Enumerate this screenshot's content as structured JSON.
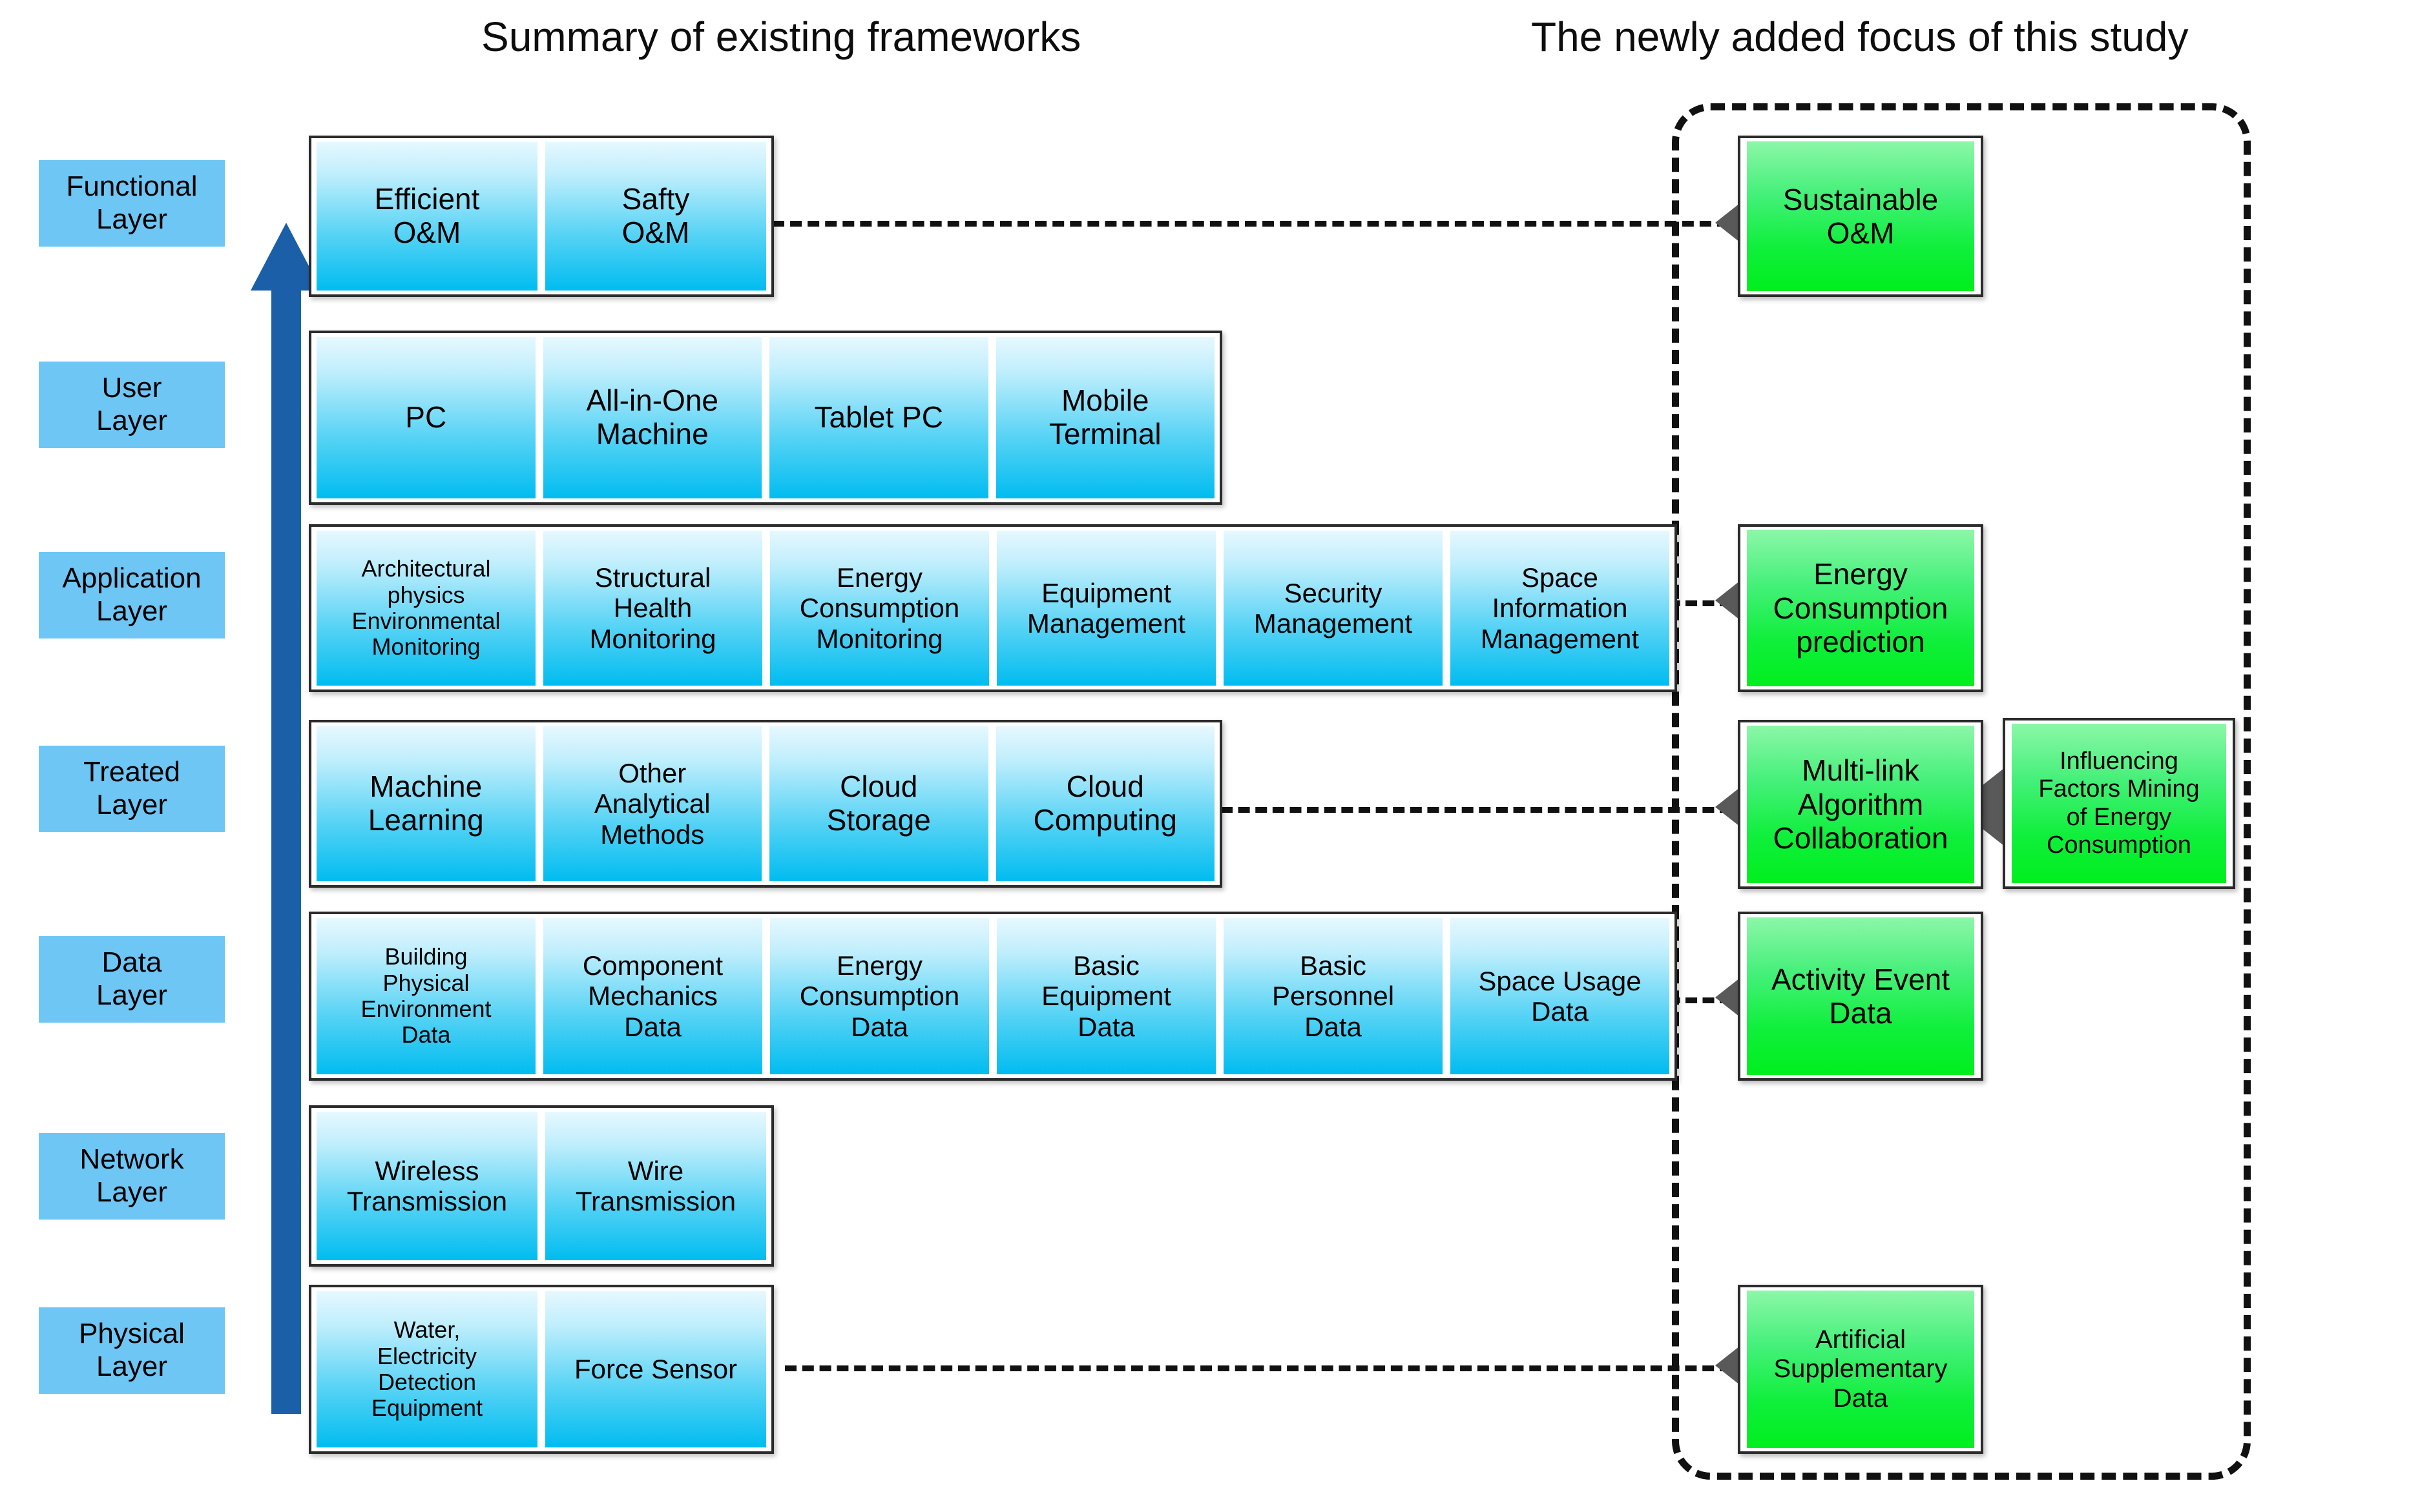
{
  "headings": {
    "left": "Summary of existing frameworks",
    "right": "The newly added focus of this study"
  },
  "colors": {
    "layer_label_bg": "#6ec6f5",
    "cell_blue_top": "#e6f8ff",
    "cell_blue_bottom": "#00bcf0",
    "green_top": "#8cf7a8",
    "green_bottom": "#00ef1e",
    "arrow_blue": "#1a5fa8",
    "arrowhead_grey": "#595959",
    "outline": "#2b2b2b"
  },
  "layers": [
    {
      "label": "Functional\nLayer",
      "name": "functional-layer"
    },
    {
      "label": "User\nLayer",
      "name": "user-layer"
    },
    {
      "label": "Application\nLayer",
      "name": "application-layer"
    },
    {
      "label": "Treated\nLayer",
      "name": "treated-layer"
    },
    {
      "label": "Data\nLayer",
      "name": "data-layer"
    },
    {
      "label": "Network\nLayer",
      "name": "network-layer"
    },
    {
      "label": "Physical\nLayer",
      "name": "physical-layer"
    }
  ],
  "layer_labels": {
    "functional": "Functional Layer",
    "user": "User Layer",
    "application": "Application Layer",
    "treated": "Treated Layer",
    "data": "Data Layer",
    "network": "Network Layer",
    "physical": "Physical Layer"
  },
  "rows": {
    "functional": [
      "Efficient O&M",
      "Safty O&M"
    ],
    "user": [
      "PC",
      "All-in-One Machine",
      "Tablet PC",
      "Mobile Terminal"
    ],
    "application": [
      "Architectural physics Environmental Monitoring",
      "Structural Health Monitoring",
      "Energy Consumption Monitoring",
      "Equipment Management",
      "Security Management",
      "Space Information Management"
    ],
    "treated": [
      "Machine Learning",
      "Other Analytical Methods",
      "Cloud Storage",
      "Cloud Computing"
    ],
    "data": [
      "Building Physical Environment Data",
      "Component Mechanics Data",
      "Energy Consumption Data",
      "Basic Equipment Data",
      "Basic Personnel Data",
      "Space Usage Data"
    ],
    "network": [
      "Wireless Transmission",
      "Wire Transmission"
    ],
    "physical": [
      "Water, Electricity Detection Equipment",
      "Force Sensor"
    ]
  },
  "new_focus": {
    "sustainable_om": "Sustainable O&M",
    "energy_consumption_prediction": "Energy Consumption prediction",
    "multi_link": "Multi-link Algorithm Collaboration",
    "influencing_factors": "Influencing Factors Mining of Energy Consumption",
    "activity_event_data": "Activity Event Data",
    "artificial_supplementary_data": "Artificial Supplementary Data"
  }
}
